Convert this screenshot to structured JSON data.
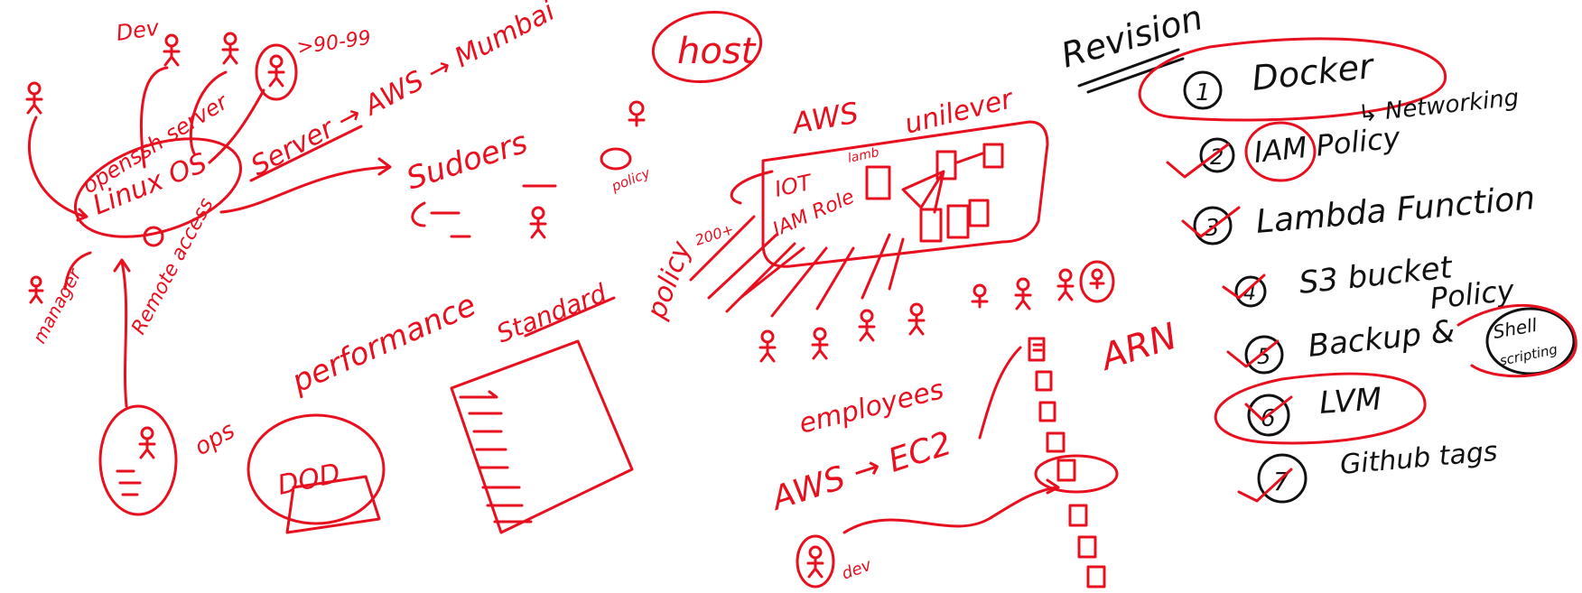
{
  "left_diagram": {
    "dev": "Dev",
    "openssh": "openssh server",
    "linux": "Linux OS",
    "manager": "manager",
    "remote": "Remote access",
    "ops": "ops",
    "range": ">90-99",
    "server_aws": "Server → AWS → Mumbai",
    "sudoers": "Sudoers",
    "policy_small": "policy",
    "host": "host",
    "performance": "performance",
    "standard": "Standard",
    "dod": "DOD"
  },
  "aws_diagram": {
    "aws": "AWS",
    "unilever": "unilever",
    "iot": "IOT",
    "lamb": "lamb",
    "iam_role": "IAM Role",
    "count": "200+",
    "policy": "policy",
    "employees": "employees",
    "aws_ec2": "AWS → EC2",
    "dev": "dev",
    "arn": "ARN"
  },
  "revision": {
    "title": "Revision",
    "items": [
      {
        "num": "1",
        "label": "Docker"
      },
      {
        "num": "2",
        "label": "IAM Policy"
      },
      {
        "num": "3",
        "label": "Lambda Function"
      },
      {
        "num": "4",
        "label": "S3 bucket"
      },
      {
        "num": "5",
        "label": "Backup &"
      },
      {
        "num": "6",
        "label": "LVM"
      },
      {
        "num": "7",
        "label": "Github tags"
      }
    ],
    "networking": "↳ Networking",
    "s3_policy": "Policy",
    "shell": "Shell",
    "scripting": "scripting"
  }
}
